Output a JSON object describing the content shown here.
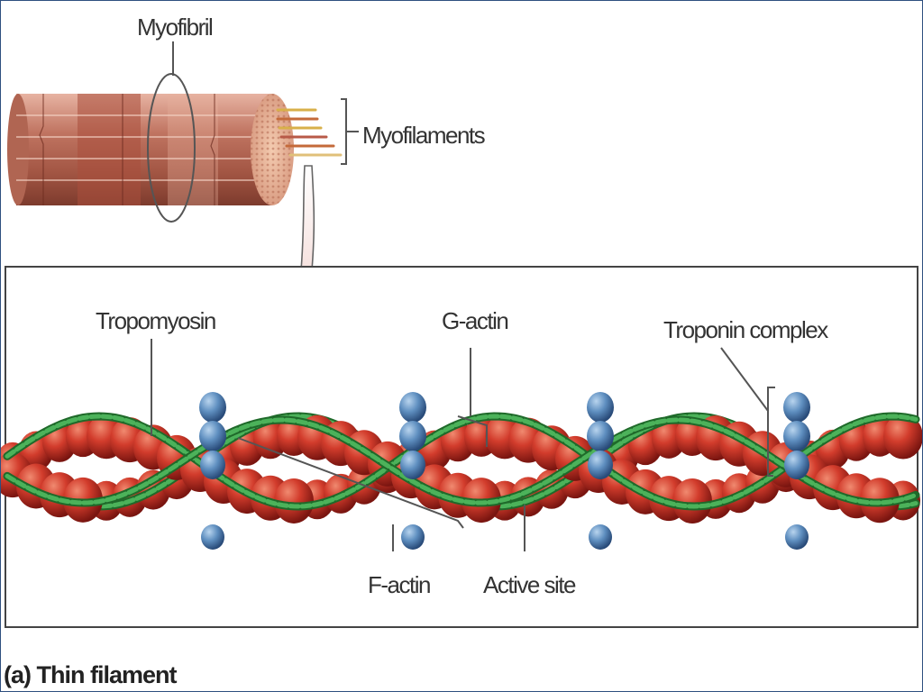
{
  "labels": {
    "myofibril": "Myofibril",
    "myofilaments": "Myofilaments",
    "tropomyosin": "Tropomyosin",
    "g_actin": "G-actin",
    "troponin_complex": "Troponin complex",
    "f_actin": "F-actin",
    "active_site": "Active site"
  },
  "caption": "(a) Thin filament",
  "colors": {
    "actin": "#c8342a",
    "tropomyosin": "#3fa04a",
    "troponin": "#5f8fc0",
    "myofibril": "#b86a55",
    "panel_border": "#444444"
  }
}
